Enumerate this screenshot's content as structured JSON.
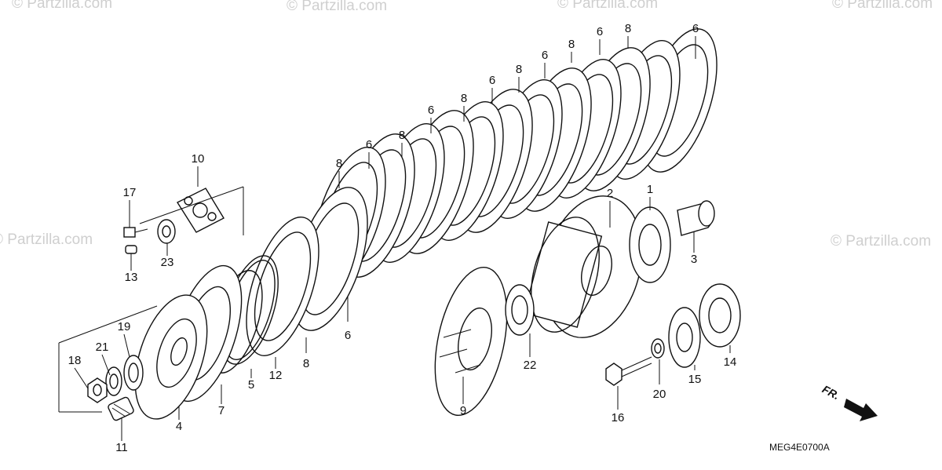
{
  "watermarks": [
    "© Partzilla.com",
    "© Partzilla.com",
    "© Partzilla.com",
    "© Partzilla.com",
    "© Partzilla.com",
    "© Partzilla.com"
  ],
  "diagram_code": "MEG4E0700A",
  "direction_label": "FR.",
  "callouts": [
    "6",
    "8",
    "6",
    "8",
    "6",
    "8",
    "6",
    "8",
    "6",
    "8",
    "6",
    "8",
    "6",
    "8",
    "6",
    "10",
    "17",
    "23",
    "13",
    "12",
    "5",
    "7",
    "4",
    "18",
    "21",
    "19",
    "11",
    "2",
    "1",
    "3",
    "9",
    "22",
    "16",
    "20",
    "15",
    "14"
  ]
}
